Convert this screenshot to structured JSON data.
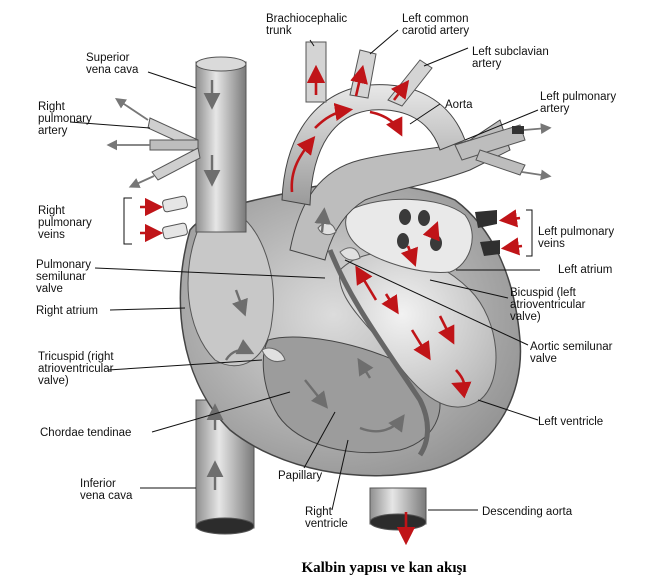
{
  "caption": "Kalbin yapısı ve kan akışı",
  "colors": {
    "oxygenated_arrow": "#c01418",
    "deoxygenated_arrow": "#6e6e6e"
  },
  "labels": {
    "brachiocephalic": [
      "Brachiocephalic",
      "trunk"
    ],
    "left_common_carotid": [
      "Left common",
      "carotid artery"
    ],
    "left_subclavian": [
      "Left subclavian",
      "artery"
    ],
    "superior_vena_cava": [
      "Superior",
      "vena cava"
    ],
    "aorta": [
      "Aorta"
    ],
    "left_pulmonary_artery": [
      "Left pulmonary",
      "artery"
    ],
    "right_pulmonary_artery": [
      "Right",
      "pulmonary",
      "artery"
    ],
    "right_pulmonary_veins": [
      "Right",
      "pulmonary",
      "veins"
    ],
    "left_pulmonary_veins": [
      "Left pulmonary",
      "veins"
    ],
    "pulmonary_semilunar": [
      "Pulmonary",
      "semilunar",
      "valve"
    ],
    "left_atrium": [
      "Left atrium"
    ],
    "right_atrium": [
      "Right atrium"
    ],
    "bicuspid": [
      "Bicuspid (left",
      "atrioventricular",
      "valve)"
    ],
    "aortic_semilunar": [
      "Aortic semilunar",
      "valve"
    ],
    "tricuspid": [
      "Tricuspid (right",
      "atrioventricular",
      "valve)"
    ],
    "chordae": [
      "Chordae tendinae"
    ],
    "left_ventricle": [
      "Left ventricle"
    ],
    "papillary": [
      "Papillary"
    ],
    "inferior_vena_cava": [
      "Inferior",
      "vena cava"
    ],
    "right_ventricle": [
      "Right",
      "ventricle"
    ],
    "descending_aorta": [
      "Descending aorta"
    ]
  }
}
